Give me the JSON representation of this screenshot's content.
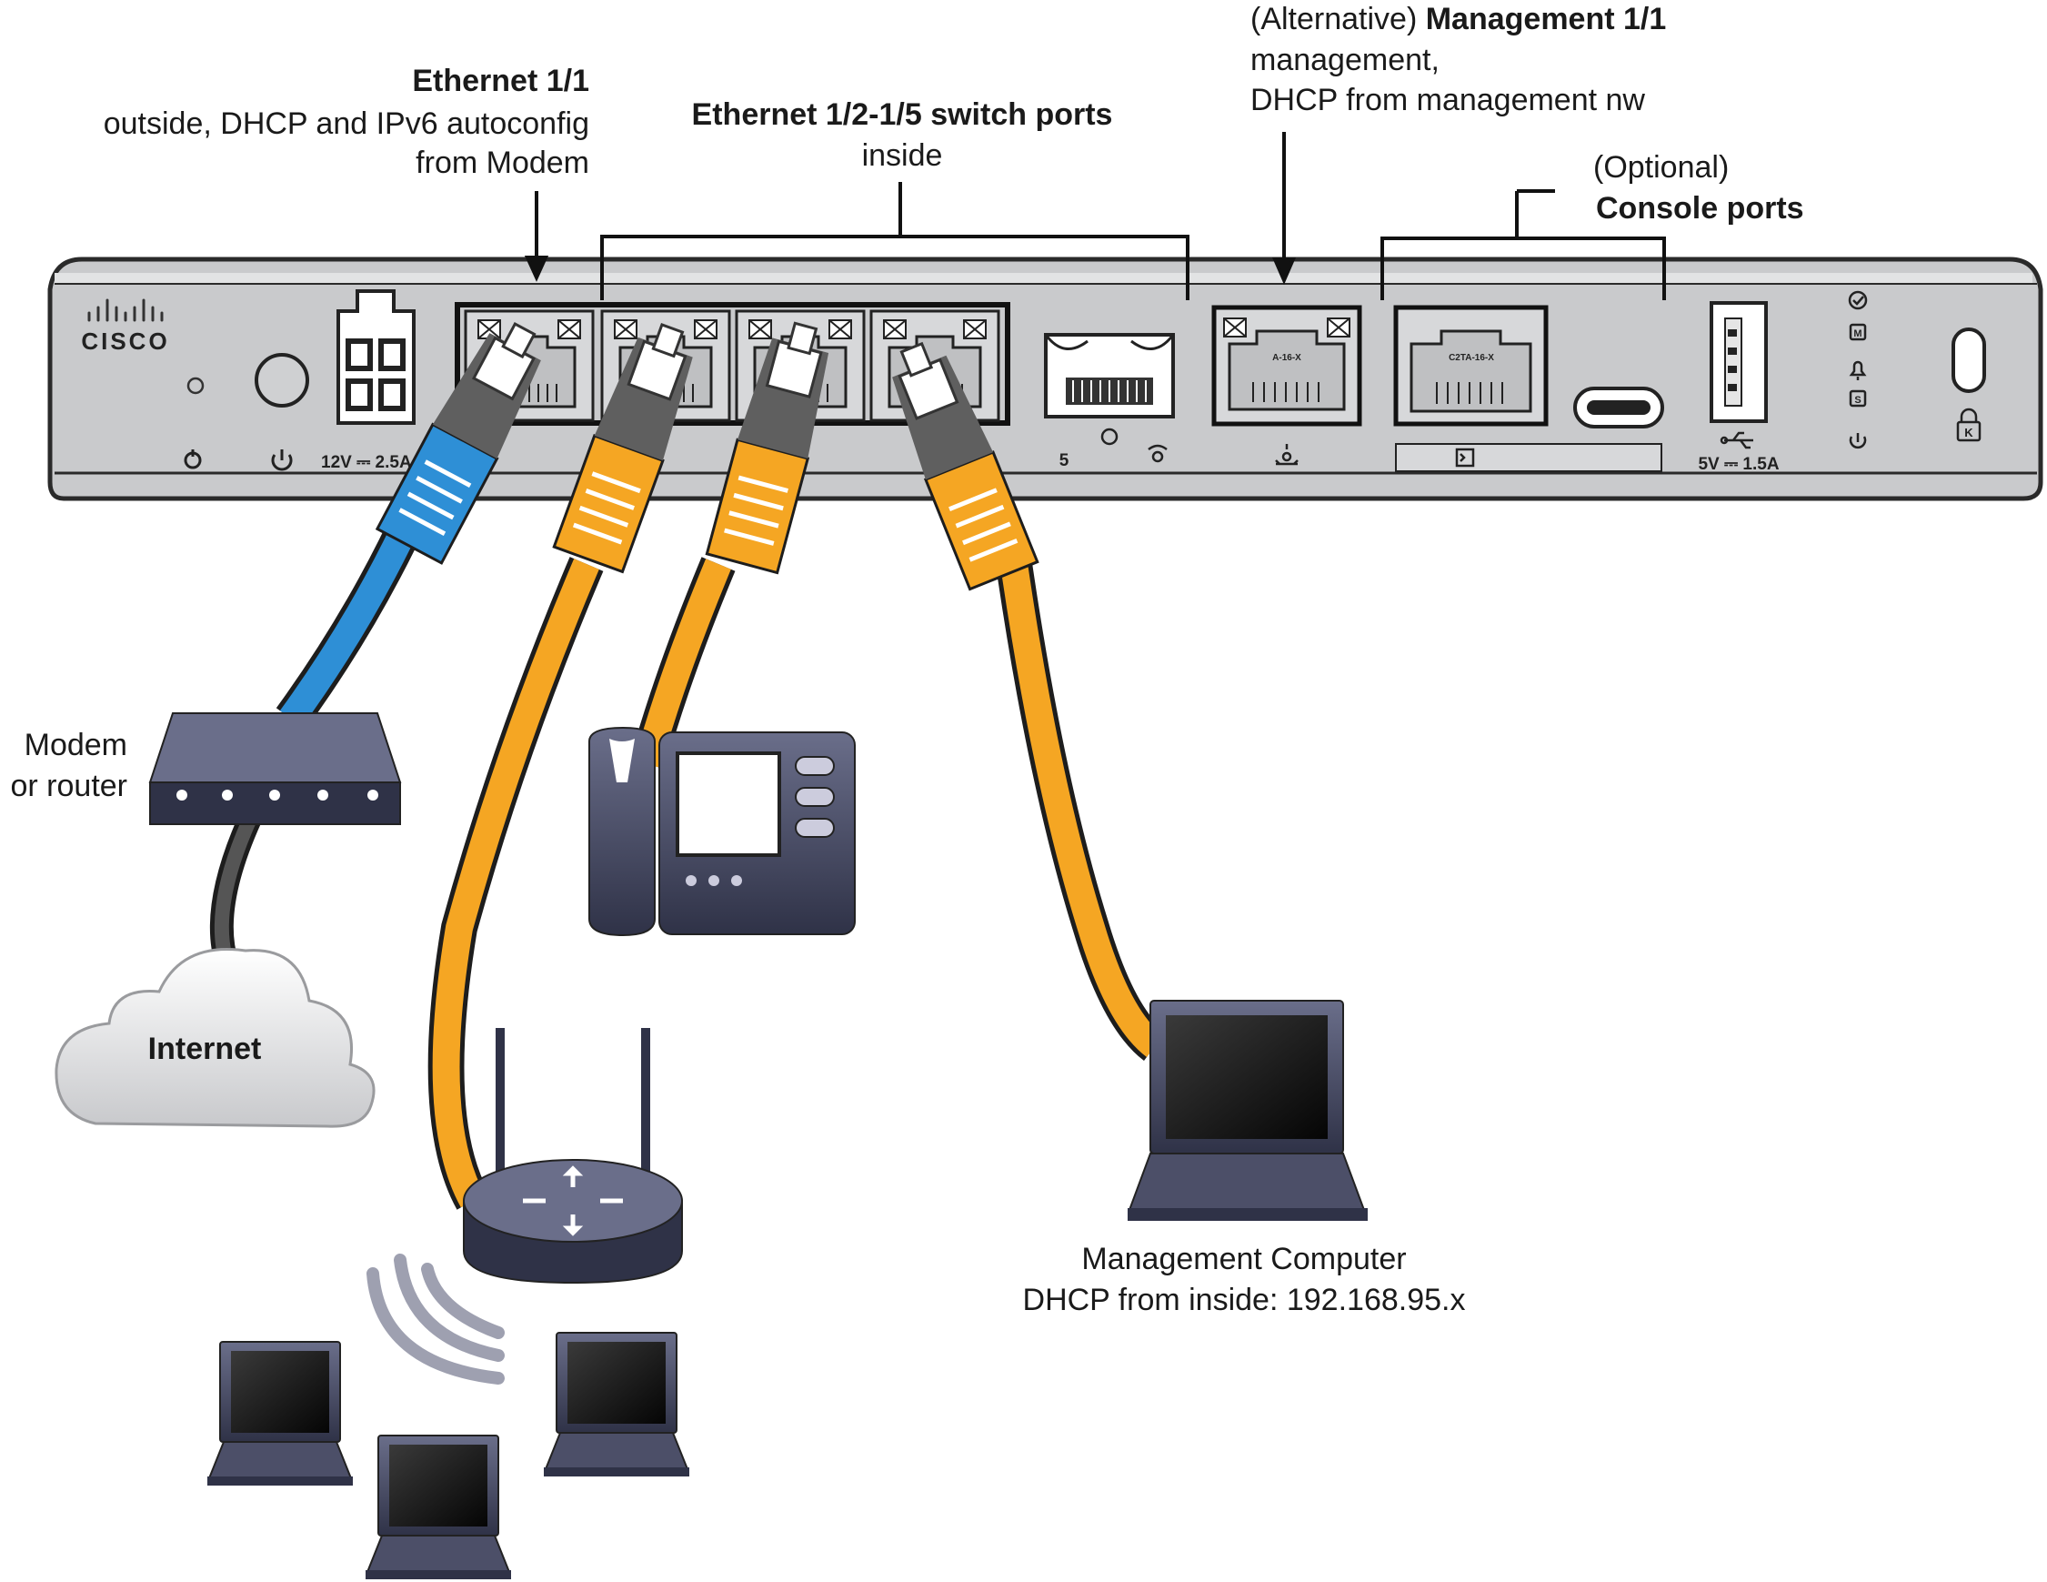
{
  "labels": {
    "eth11_title": "Ethernet 1/1",
    "eth11_line1": "outside, DHCP and IPv6 autoconfig",
    "eth11_line2": "from Modem",
    "switch_title": "Ethernet 1/2-1/5 switch ports",
    "switch_line1": "inside",
    "mgmt_prefix": "(Alternative) ",
    "mgmt_title": "Management 1/1",
    "mgmt_line1": "management,",
    "mgmt_line2": "DHCP from management nw",
    "console_line1": "(Optional)",
    "console_title": "Console ports",
    "modem_line1": "Modem",
    "modem_line2": "or router",
    "internet": "Internet",
    "mgmt_pc_line1": "Management Computer",
    "mgmt_pc_line2": "DHCP from inside: 192.168.95.x"
  },
  "device": {
    "brand": "CISCO",
    "power_spec": "12V ⎓ 2.5A",
    "port5": "5",
    "mgmt_port_text": "A-16-X",
    "console_port_text": "C2TA-16-X",
    "usb_spec": "5V ⎓ 1.5A",
    "status_led_m": "M",
    "status_led_s": "S",
    "lock_letter": "K"
  },
  "colors": {
    "outside_cable": "#2e8fd6",
    "inside_cable": "#f5a623",
    "chassis": "#c9cacc",
    "chassis_edge": "#2a2a2a",
    "device_icon": "#3c3f57"
  },
  "icons": [
    "cisco-logo-icon",
    "power-icon",
    "reset-icon",
    "ethernet-port-icon",
    "sfp-port-icon",
    "management-port-icon",
    "console-port-icon",
    "usb-c-icon",
    "usb-a-icon",
    "status-led-icon",
    "kensington-lock-icon",
    "modem-icon",
    "cloud-icon",
    "ip-phone-icon",
    "wireless-router-icon",
    "wifi-waves-icon",
    "laptop-icon"
  ]
}
